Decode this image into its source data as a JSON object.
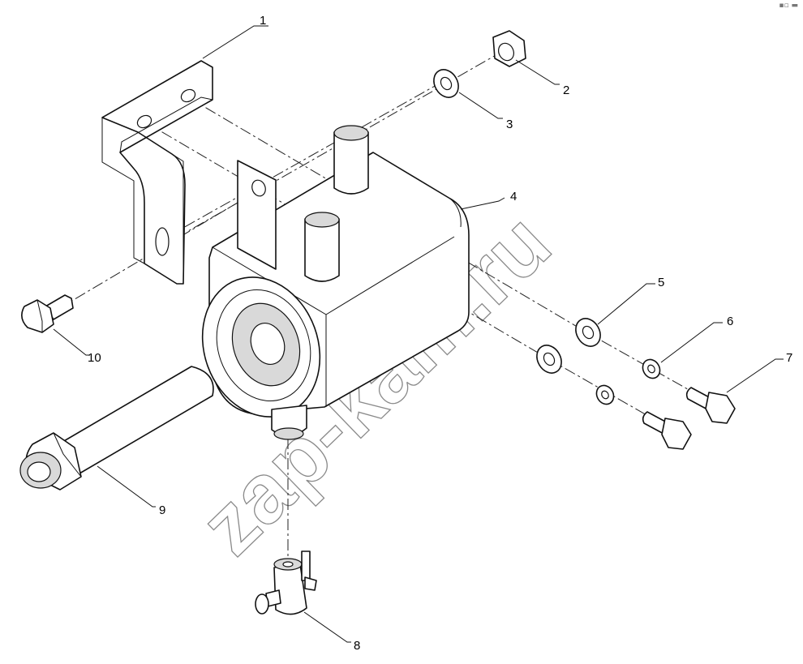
{
  "callouts": {
    "c1": "1",
    "c2": "2",
    "c3": "3",
    "c4": "4",
    "c5": "5",
    "c6": "6",
    "c7": "7",
    "c8": "8",
    "c9": "9",
    "c10": "10"
  },
  "watermark": "zap-kam.ru"
}
